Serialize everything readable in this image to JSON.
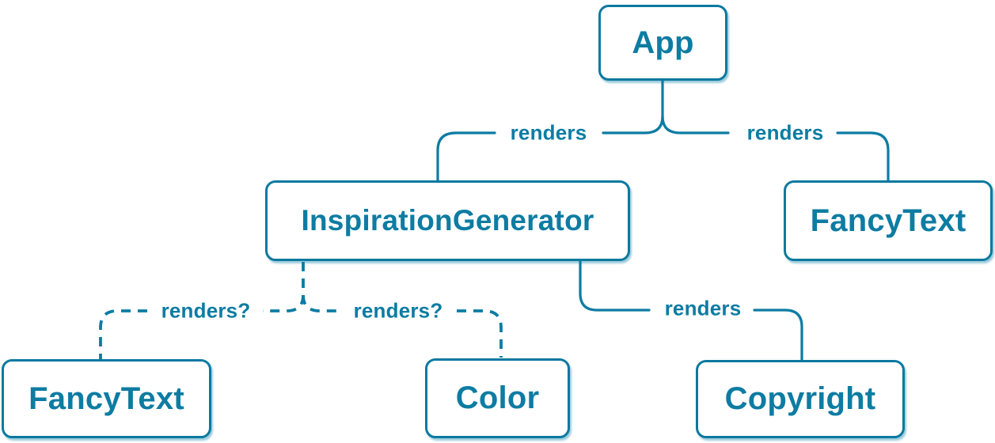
{
  "diagram": {
    "type": "component-render-tree",
    "colors": {
      "accent": "#087ea4",
      "node_fill": "#ffffff",
      "node_border": "#0a79a0",
      "shadow": "rgba(8,126,164,0.40)",
      "background": "#ffffff"
    },
    "nodes": {
      "app": {
        "label": "App"
      },
      "inspiration_generator": {
        "label": "InspirationGenerator"
      },
      "fancy_text_top": {
        "label": "FancyText"
      },
      "fancy_text_bottom": {
        "label": "FancyText"
      },
      "color": {
        "label": "Color"
      },
      "copyright": {
        "label": "Copyright"
      }
    },
    "edges": {
      "app_inspiration_generator": {
        "label": "renders",
        "style": "solid",
        "from": "App",
        "to": "InspirationGenerator"
      },
      "app_fancy_text": {
        "label": "renders",
        "style": "solid",
        "from": "App",
        "to": "FancyText"
      },
      "inspiration_generator_fancy_text": {
        "label": "renders?",
        "style": "dashed",
        "from": "InspirationGenerator",
        "to": "FancyText"
      },
      "inspiration_generator_color": {
        "label": "renders?",
        "style": "dashed",
        "from": "InspirationGenerator",
        "to": "Color"
      },
      "inspiration_generator_copyright": {
        "label": "renders",
        "style": "solid",
        "from": "InspirationGenerator",
        "to": "Copyright"
      }
    }
  }
}
